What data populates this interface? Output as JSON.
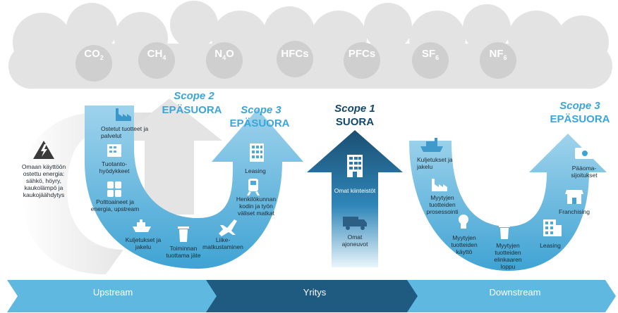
{
  "gases": [
    {
      "base": "CO",
      "sub": "2"
    },
    {
      "base": "CH",
      "sub": "4"
    },
    {
      "base": "N",
      "sub": "4",
      "tail": "O"
    },
    {
      "base": "HFCs",
      "sub": ""
    },
    {
      "base": "PFCs",
      "sub": ""
    },
    {
      "base": "SF",
      "sub": "6"
    },
    {
      "base": "NF",
      "sub": "6"
    }
  ],
  "scopes": {
    "scope2": {
      "title": "Scope 2",
      "subtitle": "EPÄSUORA"
    },
    "scope3_up": {
      "title": "Scope 3",
      "subtitle": "EPÄSUORA"
    },
    "scope1": {
      "title": "Scope 1",
      "subtitle": "SUORA"
    },
    "scope3_down": {
      "title": "Scope 3",
      "subtitle": "EPÄSUORA"
    }
  },
  "energy_label": "Omaan käyttöön ostettu energia: sähkö, höyry, kaukolämpö ja kaukojäähdytys",
  "upstream_items": {
    "ostetut": "Ostetut tuotteet ja palvelut",
    "tuotanto": "Tuotanto-hyödykkeet",
    "polttoaineet": "Polttoaineet ja energia, upstream",
    "kuljetukset": "Kuljetukset ja jakelu",
    "jate": "Toiminnan tuottama jäte",
    "liike": "Liike-matkustaminen",
    "henkilo": "Henkilökunnan kodin ja työn väliset matkat",
    "leasing": "Leasing"
  },
  "company_items": {
    "kiinteistot": "Omat kiinteistöt",
    "ajoneuvot": "Omat ajoneuvot"
  },
  "downstream_items": {
    "kuljetukset": "Kuljetukset ja jakelu",
    "prosessointi": "Myytyjen tuotteiden prosessointi",
    "kaytto": "Myytyjen tuotteiden käyttö",
    "elinkaari": "Myytyjen tuotteiden elinkaaren loppu",
    "leasing": "Leasing",
    "franchising": "Franchising",
    "paaoma": "Pääoma-sijoitukset"
  },
  "bands": {
    "upstream": "Upstream",
    "yritys": "Yritys",
    "downstream": "Downstream"
  },
  "colors": {
    "light_blue": "#42a9d6",
    "pale_blue": "#a9d8ee",
    "dark_blue": "#1b4f72",
    "navy": "#12486b",
    "cloud": "#e1e1e1",
    "cloud_text": "#ffffff",
    "gray_arrow": "#e6e6e6",
    "scope_accent": "#3ca5d8"
  },
  "icons": [
    "factory-icon",
    "office-building-icon",
    "barrels-icon",
    "ship-icon",
    "trash-bin-icon",
    "airplane-icon",
    "train-icon",
    "lightning-icon",
    "truck-icon",
    "lightbulb-icon",
    "trash-can-icon",
    "shop-icon",
    "money-icon"
  ]
}
